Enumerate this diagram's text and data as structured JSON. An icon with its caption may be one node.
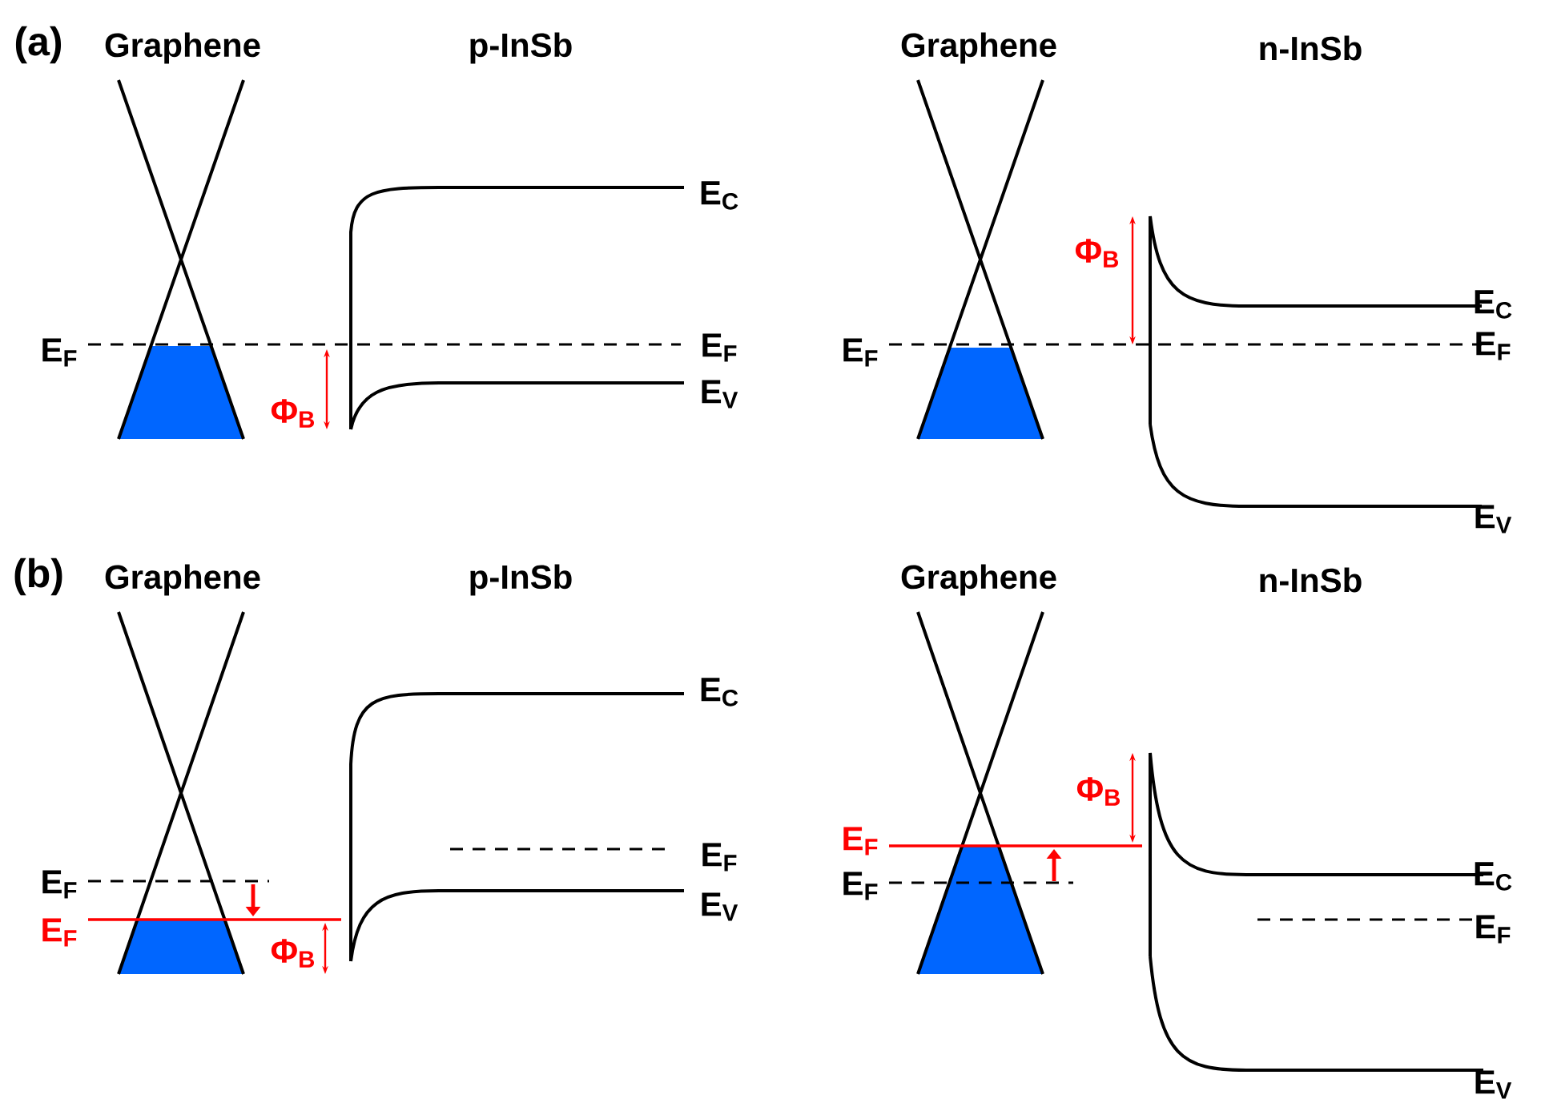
{
  "diagram": {
    "labels": [
      "(a)",
      "Graphene",
      "p-InSb",
      "Graphene",
      "n-InSb",
      "E$_{C}$",
      "Φ$_{B}$",
      "E$_{C}$",
      "E$_{F}$",
      "E$_{F}$",
      "E$_{F}$",
      "E$_{F}$",
      "Φ$_{B}$",
      "E$_{V}$",
      "E$_{V}$",
      "(b)",
      "Graphene",
      "p-InSb",
      "Graphene",
      "n-InSb",
      "E$_{C}$",
      "Φ$_{B}$",
      "E$_{F}$",
      "E$_{F}$",
      "E$_{F}$",
      "E$_{F}$",
      "E$_{C}$",
      "E$_{V}$",
      "E$_{F}$",
      "Φ$_{B}$",
      "E$_{F}$",
      "E$_{V}$"
    ]
  }
}
